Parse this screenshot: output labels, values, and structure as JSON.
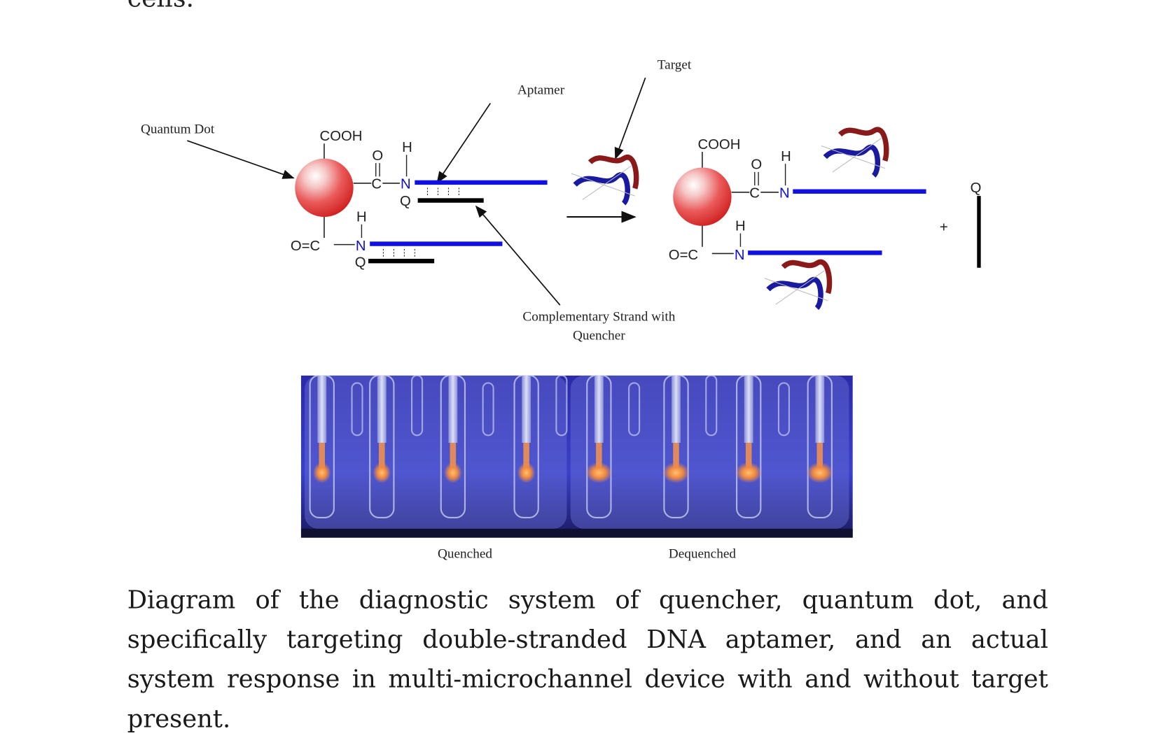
{
  "previous_text": "cells.",
  "diagram": {
    "labels": {
      "quantum_dot": "Quantum Dot",
      "aptamer": "Aptamer",
      "target": "Target",
      "complementary_line1": "Complementary Strand with",
      "complementary_line2": "Quencher",
      "plus": "+"
    },
    "chem": {
      "cooh": "COOH",
      "o": "O",
      "c": "C",
      "h": "H",
      "n": "N",
      "q": "Q",
      "oc": "O=C"
    },
    "colors": {
      "aptamer": "#1010e0",
      "quencher_strand": "#000000",
      "quantum_dot": "#e03030"
    }
  },
  "photo": {
    "labels": {
      "quenched": "Quenched",
      "dequenched": "Dequenched"
    }
  },
  "caption": "Diagram of the diagnostic system of quencher, quantum dot, and specifically targeting double-stranded DNA aptamer, and an actual system response in multi-microchannel device with and without target present."
}
